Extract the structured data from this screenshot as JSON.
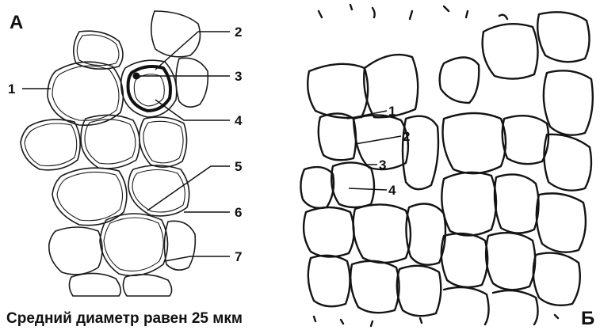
{
  "panel_a": {
    "letter": "А",
    "labels": [
      "1",
      "2",
      "3",
      "4",
      "5",
      "6",
      "7"
    ],
    "caption": "Средний диаметр равен 25 мкм"
  },
  "panel_b": {
    "letter": "Б",
    "labels": [
      "1",
      "2",
      "3",
      "4"
    ]
  }
}
